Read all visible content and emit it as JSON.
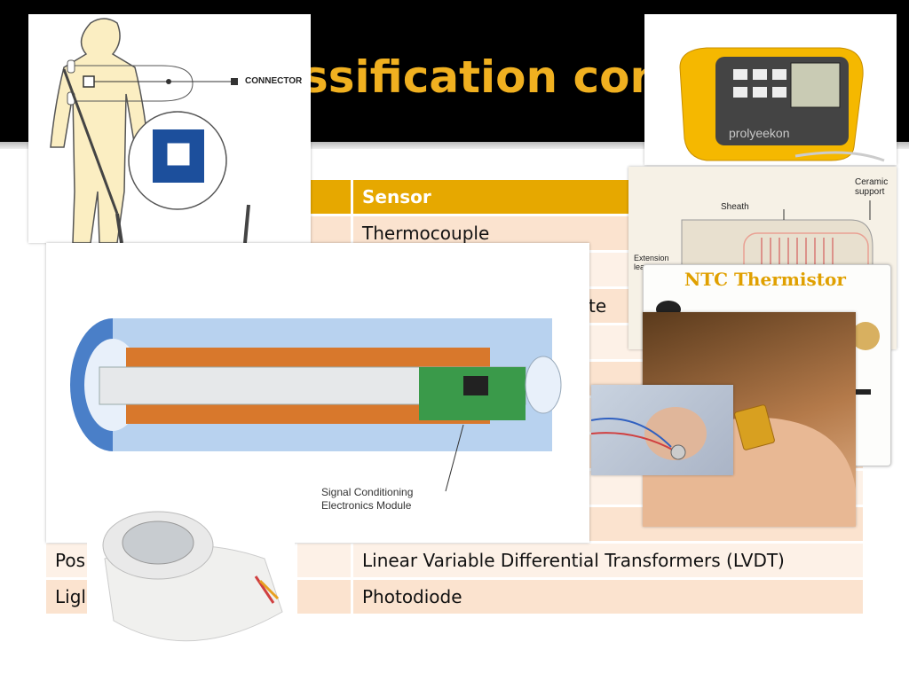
{
  "slide": {
    "title": "ssification con"
  },
  "table": {
    "header": {
      "type": "",
      "sensor": "Sensor"
    },
    "rows": [
      {
        "type": "",
        "sensor": "Thermocouple"
      },
      {
        "type": "",
        "sensor": ""
      },
      {
        "type": "",
        "sensor": "dete"
      },
      {
        "type": "",
        "sensor": ""
      },
      {
        "type": "",
        "sensor": ""
      },
      {
        "type": "",
        "sensor": ""
      },
      {
        "type": "",
        "sensor": ""
      },
      {
        "type": "",
        "sensor": ""
      },
      {
        "type": "",
        "sensor": ""
      },
      {
        "type": "Pos",
        "sensor": "Linear Variable Differential Transformers (LVDT)"
      },
      {
        "type": "Ligl",
        "sensor": "Photodiode"
      }
    ]
  },
  "images": {
    "body_diagram": {
      "connector_label": "CONNECTOR"
    },
    "thermometer": {
      "watermark": "prolyeekon"
    },
    "probe_diagram": {
      "ceramic_label_1": "Ceramic",
      "ceramic_label_2": "support",
      "sheath_label": "Sheath",
      "extension_label_1": "Extension",
      "extension_label_2": "lea"
    },
    "thermistor": {
      "title": "NTC Thermistor"
    },
    "lvdt": {
      "module_label_1": "Signal Conditioning",
      "module_label_2": "Electronics Module"
    }
  },
  "colors": {
    "title": "#f0b020",
    "table_header": "#e6a800",
    "row_odd": "#fbe3cf",
    "row_even": "#fdf1e7"
  }
}
